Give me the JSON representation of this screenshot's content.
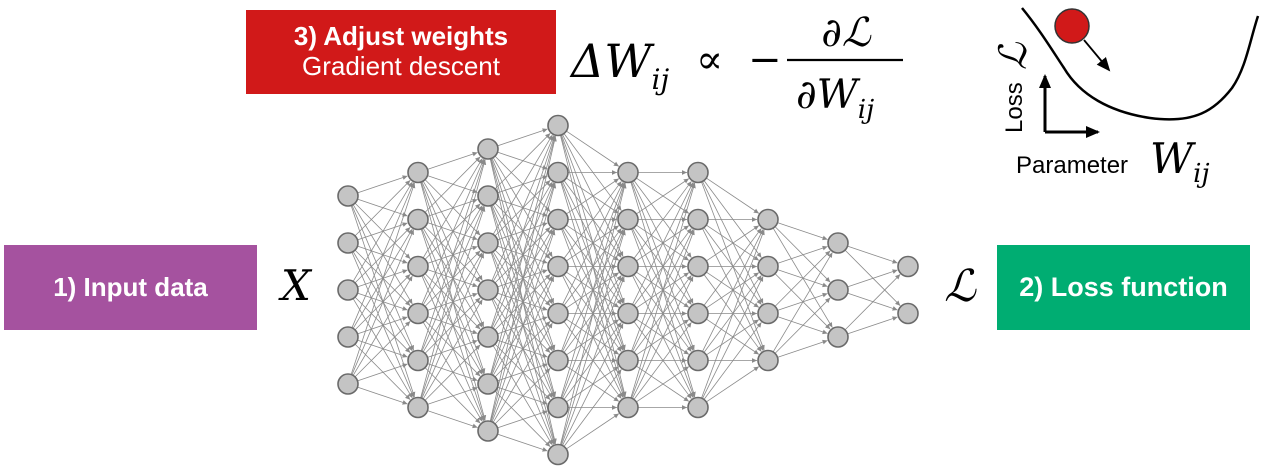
{
  "colors": {
    "input_box": "#a5529f",
    "loss_box": "#00ad72",
    "adjust_box": "#d11919",
    "node_fill": "#c4c4c4",
    "node_stroke": "#6a6a6a",
    "edge": "#8a8a8a",
    "ball": "#d11919"
  },
  "labels": {
    "input": "1) Input data",
    "loss": "2) Loss function",
    "adjust_title": "3) Adjust weights",
    "adjust_subtitle": "Gradient descent",
    "x_symbol": "X",
    "loss_symbol": "ℒ"
  },
  "formula": {
    "lhs": "ΔW",
    "lhs_sub": "ij",
    "proportional": "∝",
    "minus": "−",
    "numerator": "∂ℒ",
    "denominator": "∂W",
    "denominator_sub": "ij"
  },
  "landscape": {
    "y_axis_label": "Loss",
    "y_axis_symbol": "ℒ",
    "x_axis_label": "Parameter",
    "x_axis_symbol": "W",
    "x_axis_sub": "ij"
  },
  "network": {
    "layer_node_counts": [
      5,
      6,
      7,
      8,
      6,
      6,
      4,
      3,
      2
    ]
  }
}
